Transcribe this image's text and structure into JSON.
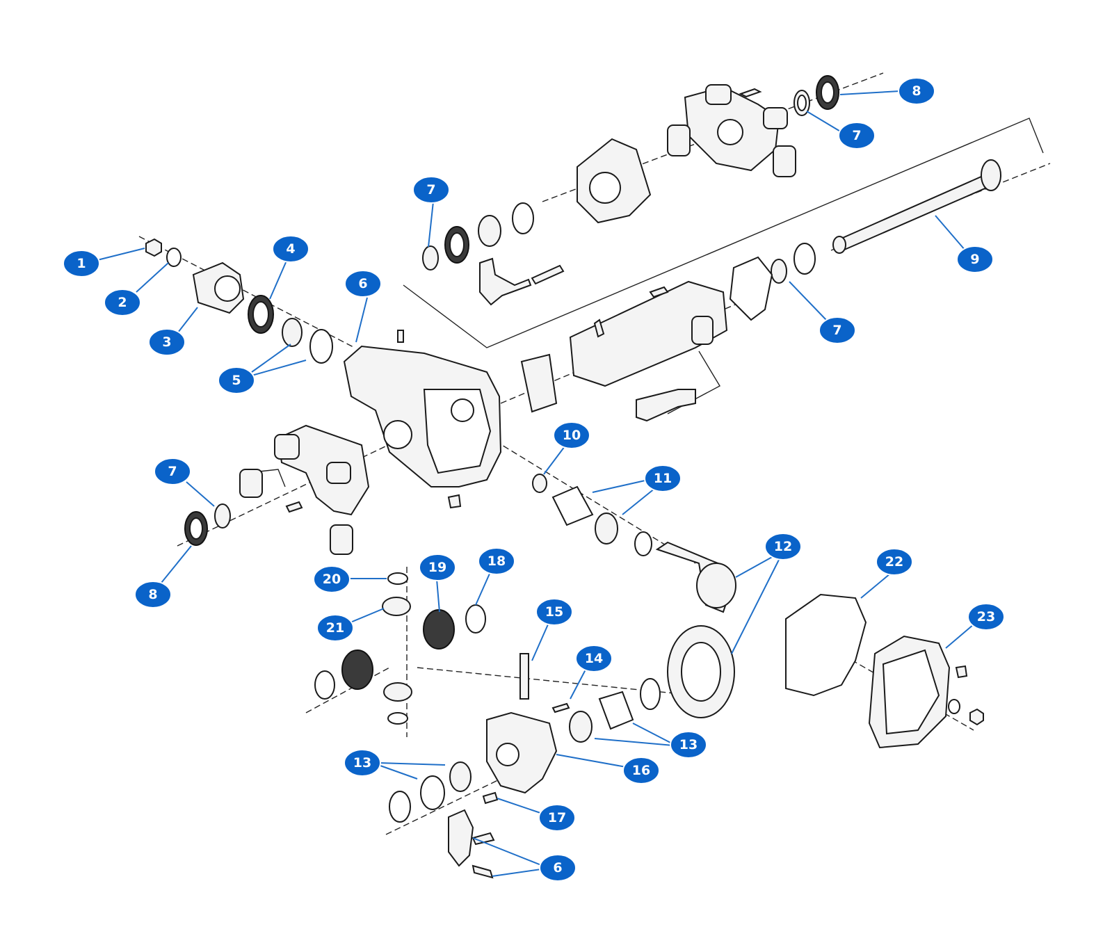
{
  "colors": {
    "callout": "#0a63c9",
    "leader": "#1f6fc8",
    "line": "#1a1a1a"
  },
  "callouts": [
    {
      "id": "c1",
      "label": "1"
    },
    {
      "id": "c2",
      "label": "2"
    },
    {
      "id": "c3",
      "label": "3"
    },
    {
      "id": "c4",
      "label": "4"
    },
    {
      "id": "c5",
      "label": "5"
    },
    {
      "id": "c6a",
      "label": "6"
    },
    {
      "id": "c6b",
      "label": "6"
    },
    {
      "id": "c7a",
      "label": "7"
    },
    {
      "id": "c7b",
      "label": "7"
    },
    {
      "id": "c7c",
      "label": "7"
    },
    {
      "id": "c7d",
      "label": "7"
    },
    {
      "id": "c8a",
      "label": "8"
    },
    {
      "id": "c8b",
      "label": "8"
    },
    {
      "id": "c9",
      "label": "9"
    },
    {
      "id": "c10",
      "label": "10"
    },
    {
      "id": "c11",
      "label": "11"
    },
    {
      "id": "c12",
      "label": "12"
    },
    {
      "id": "c13a",
      "label": "13"
    },
    {
      "id": "c13b",
      "label": "13"
    },
    {
      "id": "c14",
      "label": "14"
    },
    {
      "id": "c15",
      "label": "15"
    },
    {
      "id": "c16",
      "label": "16"
    },
    {
      "id": "c17",
      "label": "17"
    },
    {
      "id": "c18",
      "label": "18"
    },
    {
      "id": "c19",
      "label": "19"
    },
    {
      "id": "c20",
      "label": "20"
    },
    {
      "id": "c21",
      "label": "21"
    },
    {
      "id": "c22",
      "label": "22"
    },
    {
      "id": "c23",
      "label": "23"
    }
  ]
}
